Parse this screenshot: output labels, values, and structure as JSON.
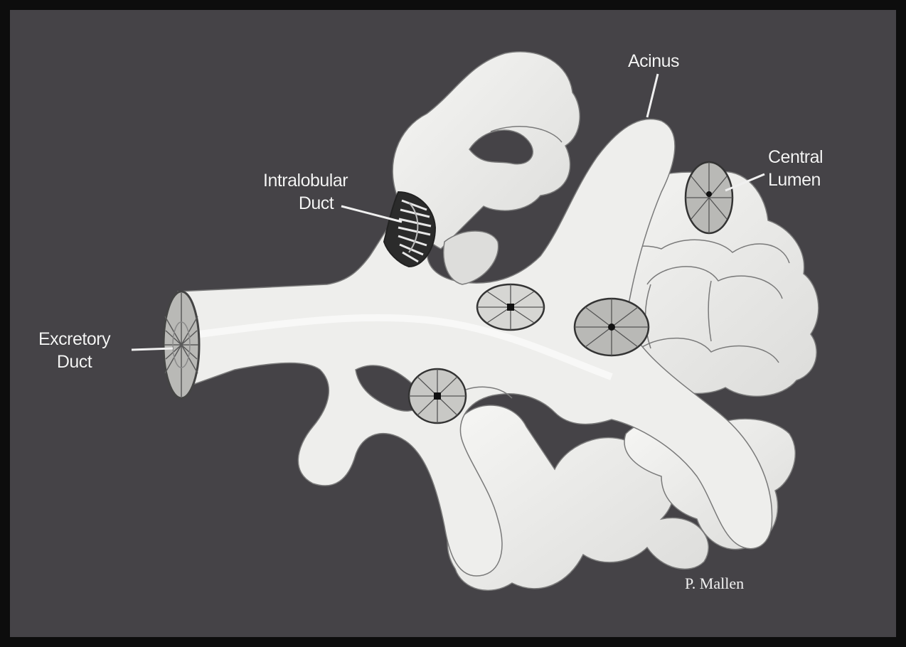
{
  "labels": {
    "acinus": "Acinus",
    "central_lumen": [
      "Central",
      "Lumen"
    ],
    "intralobular_duct": [
      "Intralobular",
      "Duct"
    ],
    "excretory_duct": [
      "Excretory",
      "Duct"
    ]
  },
  "credit": "P. Mallen",
  "colors": {
    "background": "#454347",
    "border": "#0d0d0d",
    "gland": "#ececea",
    "outline": "#777777",
    "section_fill": "#b9b9b6",
    "label_text": "#f4f4f4"
  }
}
